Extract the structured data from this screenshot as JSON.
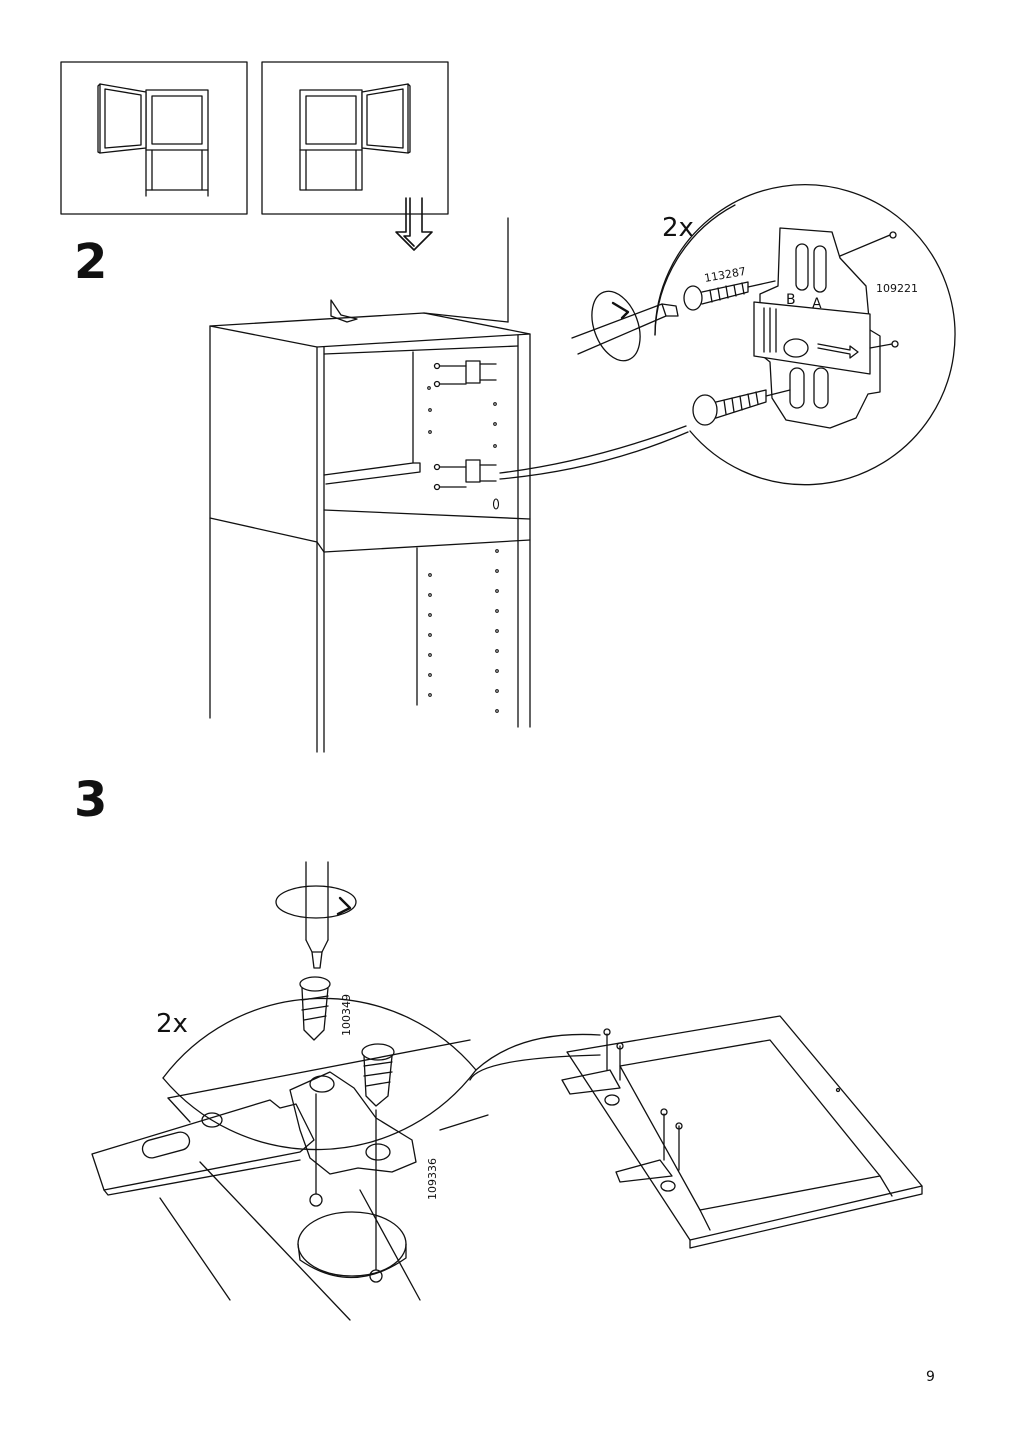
{
  "steps": {
    "step2": {
      "number": "2",
      "quantity": "2x",
      "part_screw": "113287",
      "part_plate": "109221",
      "plate_letter_b": "B",
      "plate_letter_a": "A"
    },
    "step3": {
      "number": "3",
      "quantity": "2x",
      "part_screw_short": "100349",
      "part_screw_long": "109336"
    }
  },
  "page": {
    "number": "9"
  },
  "icons": {
    "door_left": "door-open-left-icon",
    "door_right": "door-open-right-icon",
    "choice_arrow": "down-arrow-icon",
    "rotate": "rotate-clockwise-icon"
  }
}
